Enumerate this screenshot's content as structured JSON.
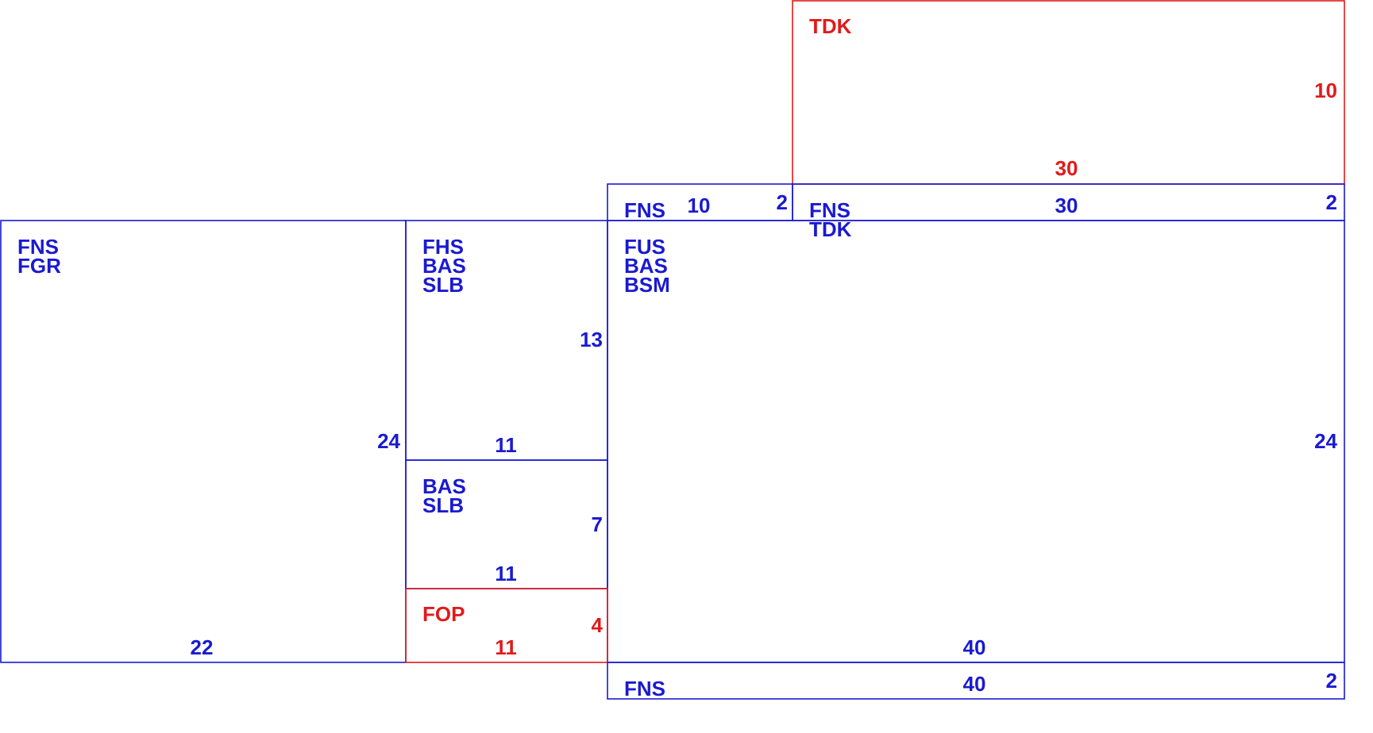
{
  "colors": {
    "blue": "#1a1ad1",
    "red": "#e01b1b"
  },
  "panels": [
    {
      "id": "tdk-top",
      "color": "red",
      "codes": [
        "TDK"
      ],
      "width_label": "30",
      "height_label": "10"
    },
    {
      "id": "fns-strip-small",
      "color": "blue",
      "codes": [
        "FNS"
      ],
      "width_label": "10",
      "height_label": "2"
    },
    {
      "id": "fns-tdk-strip",
      "color": "blue",
      "codes": [
        "FNS",
        "TDK"
      ],
      "width_label": "30",
      "height_label": "2"
    },
    {
      "id": "fns-fgr",
      "color": "blue",
      "codes": [
        "FNS",
        "FGR"
      ],
      "width_label": "22",
      "height_label": "24"
    },
    {
      "id": "fhs-bas-slb",
      "color": "blue",
      "codes": [
        "FHS",
        "BAS",
        "SLB"
      ],
      "width_label": "11",
      "height_label": "13"
    },
    {
      "id": "fus-bas-bsm",
      "color": "blue",
      "codes": [
        "FUS",
        "BAS",
        "BSM"
      ],
      "width_label": "40",
      "height_label": "24"
    },
    {
      "id": "bas-slb",
      "color": "blue",
      "codes": [
        "BAS",
        "SLB"
      ],
      "width_label": "11",
      "height_label": "7"
    },
    {
      "id": "fop",
      "color": "red",
      "codes": [
        "FOP"
      ],
      "width_label": "11",
      "height_label": "4"
    },
    {
      "id": "fns-bottom",
      "color": "blue",
      "codes": [
        "FNS"
      ],
      "width_label": "40",
      "height_label": "2"
    }
  ]
}
